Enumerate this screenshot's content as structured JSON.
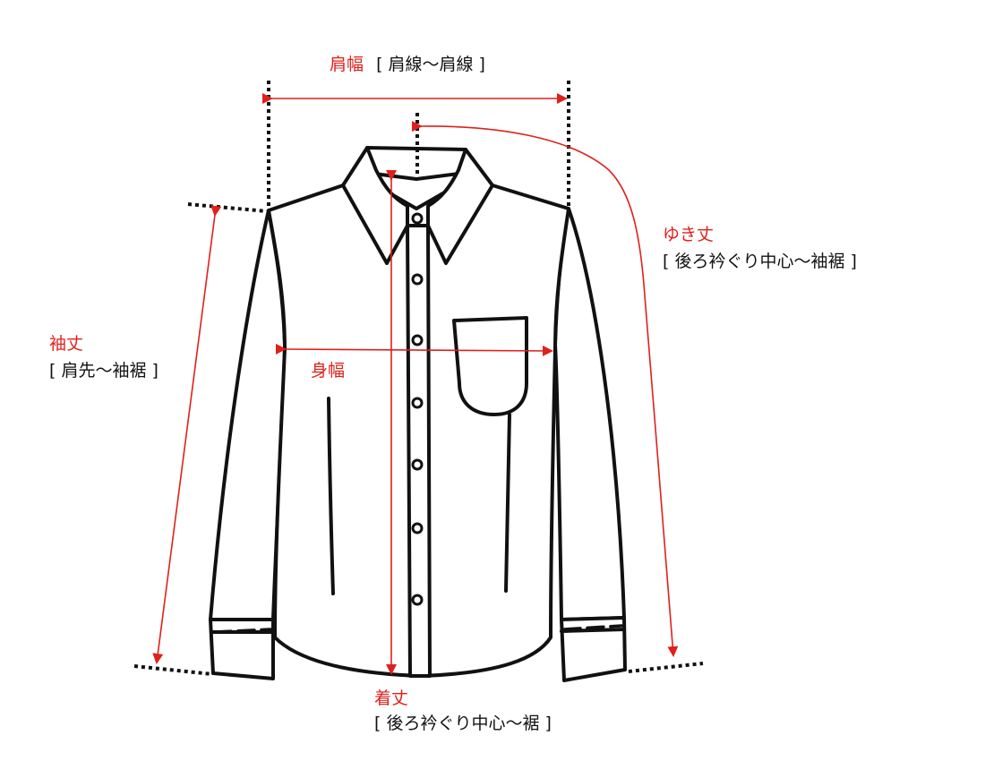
{
  "colors": {
    "accent": "#e0201b",
    "line": "#111111",
    "background": "#ffffff"
  },
  "measurements": {
    "shoulder_width": {
      "name": "肩幅",
      "desc": "[ 肩線〜肩線 ]"
    },
    "yuki_length": {
      "name": "ゆき丈",
      "desc": "[ 後ろ衿ぐり中心〜袖裾 ]"
    },
    "sleeve_length": {
      "name": "袖丈",
      "desc": "[ 肩先〜袖裾 ]"
    },
    "body_width": {
      "name": "身幅"
    },
    "body_length": {
      "name": "着丈",
      "desc": "[ 後ろ衿ぐり中心〜裾 ]"
    }
  },
  "illustration": {
    "subject": "shirt-icon"
  }
}
